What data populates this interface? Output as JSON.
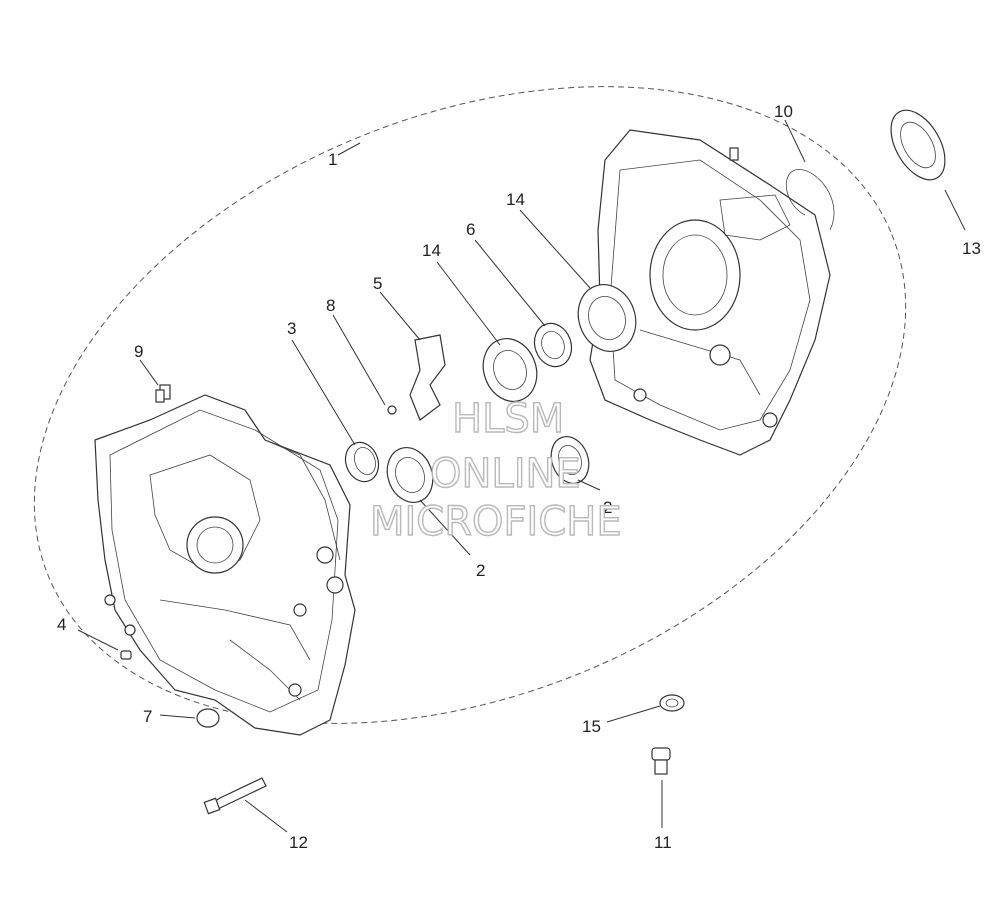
{
  "diagram": {
    "callouts": [
      "1",
      "2",
      "2",
      "3",
      "4",
      "5",
      "6",
      "7",
      "8",
      "9",
      "10",
      "11",
      "12",
      "13",
      "14",
      "14",
      "15"
    ]
  },
  "watermark": {
    "line1": "HLSM",
    "line2": "ONLINE",
    "line3": "MICROFICHE"
  }
}
